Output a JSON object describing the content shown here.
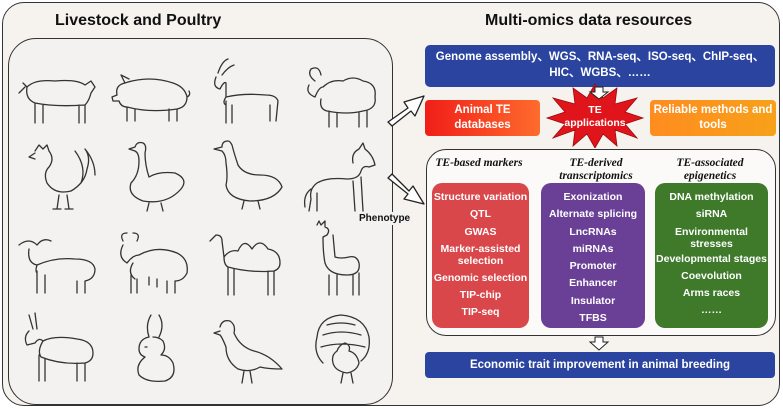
{
  "left_panel": {
    "title": "Livestock and Poultry",
    "animals": [
      "cattle-icon",
      "pig-icon",
      "goat-icon",
      "sheep-icon",
      "rooster-icon",
      "goose-icon",
      "white-goose-icon",
      "horse-icon",
      "buffalo-icon",
      "yak-icon",
      "camel-icon",
      "alpaca-icon",
      "donkey-icon",
      "rabbit-icon",
      "pigeon-icon",
      "turkey-icon"
    ]
  },
  "right_panel": {
    "title": "Multi-omics data resources",
    "omics_line1": "Genome assembly、WGS、RNA-seq、ISO-seq、ChIP-seq、",
    "omics_line2": "HIC、WGBS、……",
    "animal_te_db": "Animal TE databases",
    "te_applications_line1": "TE",
    "te_applications_line2": "applications",
    "reliable_tools": "Reliable methods and tools",
    "phenotype": "Phenotype",
    "economic": "Economic trait improvement in animal breeding"
  },
  "columns": [
    {
      "head": "TE-based markers",
      "items": [
        "Structure variation",
        "QTL",
        "GWAS",
        "Marker-assisted selection",
        "Genomic selection",
        "TIP-chip",
        "TIP-seq",
        "……"
      ]
    },
    {
      "head": "TE-derived transcriptomics",
      "items": [
        "Exonization",
        "Alternate splicing",
        "LncRNAs",
        "miRNAs",
        "Promoter",
        "Enhancer",
        "Insulator",
        "TFBS",
        "……"
      ]
    },
    {
      "head": "TE-associated epigenetics",
      "items": [
        "DNA methylation",
        "siRNA",
        "Environmental stresses",
        "Developmental stages",
        "Coevolution",
        "Arms races",
        "……"
      ]
    }
  ],
  "colors": {
    "blue": "#2a44a0",
    "red_orange": "#f01e18",
    "orange": "#ff8c1f",
    "burst": "#e0151b",
    "col1": "#d9474b",
    "col2": "#6a3f96",
    "col3": "#3e7a2a"
  }
}
